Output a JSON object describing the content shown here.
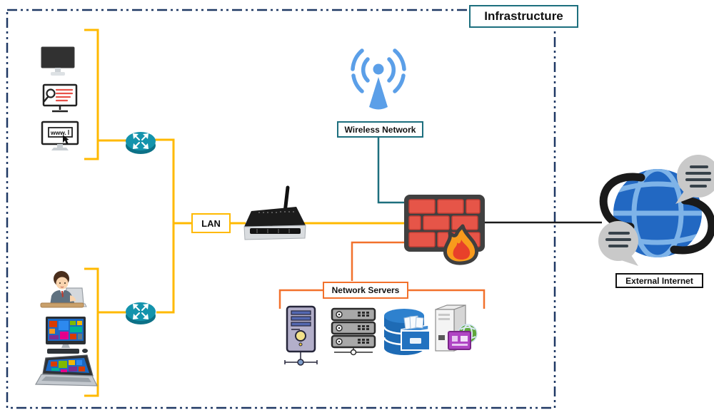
{
  "diagram_title": "Infrastructure",
  "labels": {
    "lan": "LAN",
    "wireless_network": "Wireless Network",
    "network_servers": "Network Servers",
    "external_internet": "External Internet"
  },
  "browser_monitor_text": "www.",
  "colors": {
    "boundary_navy": "#1F3864",
    "lan_amber": "#FFB900",
    "teal_label": "#1D6F7E",
    "router_teal": "#1493AC",
    "servers_orange": "#F2712C",
    "internet_black": "#1A1A1A",
    "wifi_blue": "#5B9FE8",
    "globe_blue": "#2268C2",
    "firewall_brick_red": "#E65548"
  },
  "icons": {
    "desktop-monitor-icon": "dark desktop display",
    "search-monitor-icon": "monitor with magnifier and text lines",
    "browser-monitor-icon": "monitor with www address box and cursor",
    "network-switch-icon": "teal cisco-style router/switch with white arrows",
    "wireless-router-icon": "black wireless router with antenna",
    "wifi-antenna-icon": "blue radio antenna with signal arcs",
    "firewall-icon": "red brick wall with flame",
    "tower-server-icon": "tower server with network node",
    "rack-server-icon": "three-unit rack server",
    "database-server-icon": "blue database cylinders with file drawer",
    "web-server-icon": "tower pc with globe and purple screen",
    "user-workstation-icon": "person working on laptop at desk",
    "all-in-one-pc-icon": "all-in-one pc with tile screen",
    "laptop-icon": "laptop with tile screen",
    "internet-globe-icon": "blue globe with black orbit and speech bubbles"
  }
}
